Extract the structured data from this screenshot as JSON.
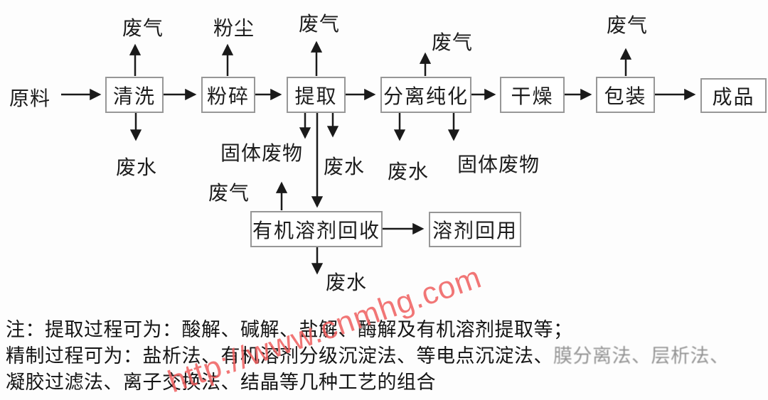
{
  "colors": {
    "arrow": "#1a1a1a",
    "box_border": "#979797",
    "text": "#1d1d1d",
    "watermark": "#f05f5f",
    "background": "#fdfdfd"
  },
  "diagram": {
    "source_label": "原料",
    "boxes": {
      "qingxi": "清洗",
      "fensui": "粉碎",
      "tiqu": "提取",
      "fenlichunhua": "分离纯化",
      "ganzao": "干燥",
      "baozhuang": "包装",
      "chengpin": "成品",
      "huishou": "有机溶剂回收",
      "huiyong": "溶剂回用"
    },
    "emissions": {
      "feiqi_qingxi": "废气",
      "fenchen": "粉尘",
      "feiqi_tiqu": "废气",
      "feiqi_fenli": "废气",
      "feiqi_baozhuang": "废气",
      "feiqi_huishou": "废气",
      "feishui_qingxi": "废水",
      "feishui_tiqu": "废水",
      "feishui_fenli": "废水",
      "feishui_huishou": "废水",
      "gutifeiwu_tiqu": "固体废物",
      "gutifeiwu_fenli": "固体废物"
    }
  },
  "notes": {
    "line1": "注：提取过程可为：酸解、碱解、盐解、酶解及有机溶剂提取等；",
    "line2_main": "精制过程可为：盐析法、有机溶剂分级沉淀法、等电点沉淀法、",
    "line2_faded": "膜分离法、层析法、",
    "line3": "凝胶过滤法、离子交换法、结晶等几种工艺的组合"
  },
  "watermark": {
    "text": "http://www.cnmhg.com"
  }
}
